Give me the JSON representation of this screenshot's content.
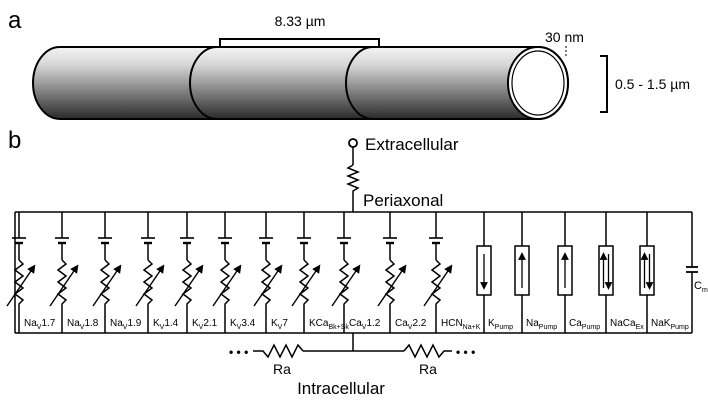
{
  "panel_a": {
    "letter": "a",
    "segment_length": "8.33 µm",
    "gap": "30 nm",
    "diameter": "0.5 - 1.5 µm"
  },
  "panel_b": {
    "letter": "b",
    "extracellular": "Extracellular",
    "periaxonal": "Periaxonal",
    "intracellular": "Intracellular",
    "ra_left": "Ra",
    "ra_right": "Ra",
    "ellipsis": "• • •",
    "channels": [
      {
        "base": "Na",
        "sub": "V",
        "suffix": "1.7"
      },
      {
        "base": "Na",
        "sub": "V",
        "suffix": "1.8"
      },
      {
        "base": "Na",
        "sub": "V",
        "suffix": "1.9"
      },
      {
        "base": "K",
        "sub": "V",
        "suffix": "1.4"
      },
      {
        "base": "K",
        "sub": "V",
        "suffix": "2.1"
      },
      {
        "base": "K",
        "sub": "V",
        "suffix": "3.4"
      },
      {
        "base": "K",
        "sub": "V",
        "suffix": "7"
      },
      {
        "base": "KCa",
        "sub": "Bk+Sk",
        "suffix": ""
      },
      {
        "base": "Ca",
        "sub": "V",
        "suffix": "1.2"
      },
      {
        "base": "Ca",
        "sub": "V",
        "suffix": "2.2"
      },
      {
        "base": "HCN",
        "sub": "Na+K",
        "suffix": ""
      }
    ],
    "pumps": [
      {
        "base": "K",
        "sub": "Pump",
        "arrows": "down"
      },
      {
        "base": "Na",
        "sub": "Pump",
        "arrows": "up"
      },
      {
        "base": "Ca",
        "sub": "Pump",
        "arrows": "up"
      },
      {
        "base": "NaCa",
        "sub": "Ex",
        "arrows": "both"
      },
      {
        "base": "NaK",
        "sub": "Pump",
        "arrows": "both"
      }
    ],
    "capacitor": {
      "base": "C",
      "sub": "m"
    }
  }
}
